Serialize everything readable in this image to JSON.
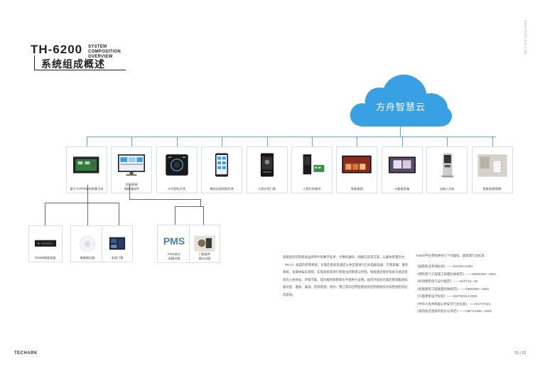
{
  "header": {
    "model": "TH-6200",
    "subtitle_en": "SYSTEM COMPOSITION OVERVIEW",
    "title_cn": "系统组成概述"
  },
  "vertical_url": "www.tech-ark.com",
  "cloud": {
    "label": "方舟智慧云",
    "color": "#39a0e3"
  },
  "top_devices": [
    {
      "label": "基于TCP/IP架构智慧主机",
      "icon": "controller-board"
    },
    {
      "label": "控制系统\n电脑端软件",
      "icon": "monitor-software"
    },
    {
      "label": "AI可视化开关",
      "icon": "smart-switch-panel"
    },
    {
      "label": "微信远程控制开关",
      "icon": "smartphone-app"
    },
    {
      "label": "人脸识别门禁",
      "icon": "face-access-terminal"
    },
    {
      "label": "人脸识别梯控",
      "icon": "elevator-control"
    },
    {
      "label": "智能电视",
      "icon": "smart-tv"
    },
    {
      "label": "AI智能音箱",
      "icon": "smart-display"
    },
    {
      "label": "自助入住机",
      "icon": "kiosk"
    },
    {
      "label": "智能坐便/图释",
      "icon": "bathroom"
    }
  ],
  "bottom_left_devices": [
    {
      "label": "RS485智能面板",
      "icon": "rs485-panel"
    },
    {
      "label": "电磁感应器",
      "icon": "sensor"
    },
    {
      "label": "无线门锁",
      "icon": "wireless-module"
    }
  ],
  "bottom_right_devices": [
    {
      "label": "PMS接口\n无缝对接",
      "icon": "pms",
      "text": "PMS"
    },
    {
      "label": "门锁软件\n接口对接",
      "icon": "door-lock"
    }
  ],
  "description": "智能客房控制系统运用单片机数字技术、计算机通讯、网络信息等方案，与集体智慧云台（RCU）组成的控制系统，对酒店客房及酒店公共区域进行灯光电器设备、空调末端、服务系统、多媒体娱乐系统、实现系统等进行智能化的管理与控制。智能酒店客控系统对酒店客房的入住体验、环保节能、提升服务和管理水平提供大支撑。国内外知名的酒店管理集团如喜达屋、雅高、喜高、凯宾斯基、希尔、锦江等均已把智能客房控制系统作为高档酒店的必选系统。",
  "standards_intro": "TH600平台参照并执行下列国标、国家或行业标准：",
  "standards": [
    "《国际商业布线标准》——ISO/IEC11801",
    "《建筑电气工程施工质量验收规范》——GB/50303—2002",
    "《民用建筑电气设计规范》——JGJ/T16—92",
    "《智能建筑工程质量验收规范》——GB50339—2003",
    "《只能建筑设计标准》——GB/T50314-2000",
    "《中华人民共和国公共安全行业标准》——GA/T70-94",
    "《旅游饭店星级的划分与评定》——GB/T14308—2003"
  ],
  "footer": {
    "brand": "TECHARK",
    "page": "21 / 22"
  }
}
